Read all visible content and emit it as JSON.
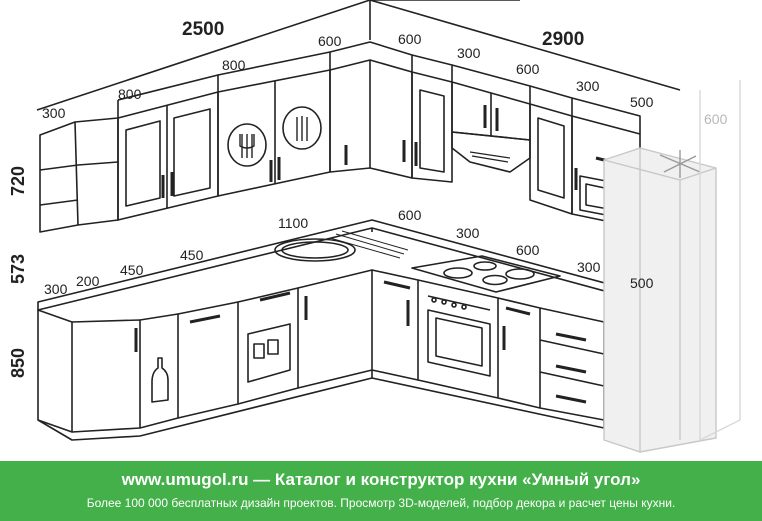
{
  "dimensions": {
    "wall_left_total": "2500",
    "wall_right_total": "2900",
    "upper_left": [
      "300",
      "800",
      "800",
      "600"
    ],
    "upper_right": [
      "600",
      "300",
      "600",
      "300",
      "500"
    ],
    "fridge_width": "600",
    "heights": {
      "upper": "720",
      "gap": "573",
      "base": "850"
    },
    "counter_left": [
      "300",
      "200",
      "450",
      "450",
      "1100"
    ],
    "counter_right": [
      "600",
      "300",
      "600",
      "300",
      "500"
    ]
  },
  "banner": {
    "title": "www.umugol.ru — Каталог и конструктор кухни «Умный угол»",
    "subtitle": "Более 100 000 бесплатных дизайн проектов. Просмотр 3D-моделей, подбор декора и расчет цены кухни."
  },
  "colors": {
    "banner": "#44b04a",
    "line": "#222222",
    "ghost": "#c8c8c8"
  }
}
